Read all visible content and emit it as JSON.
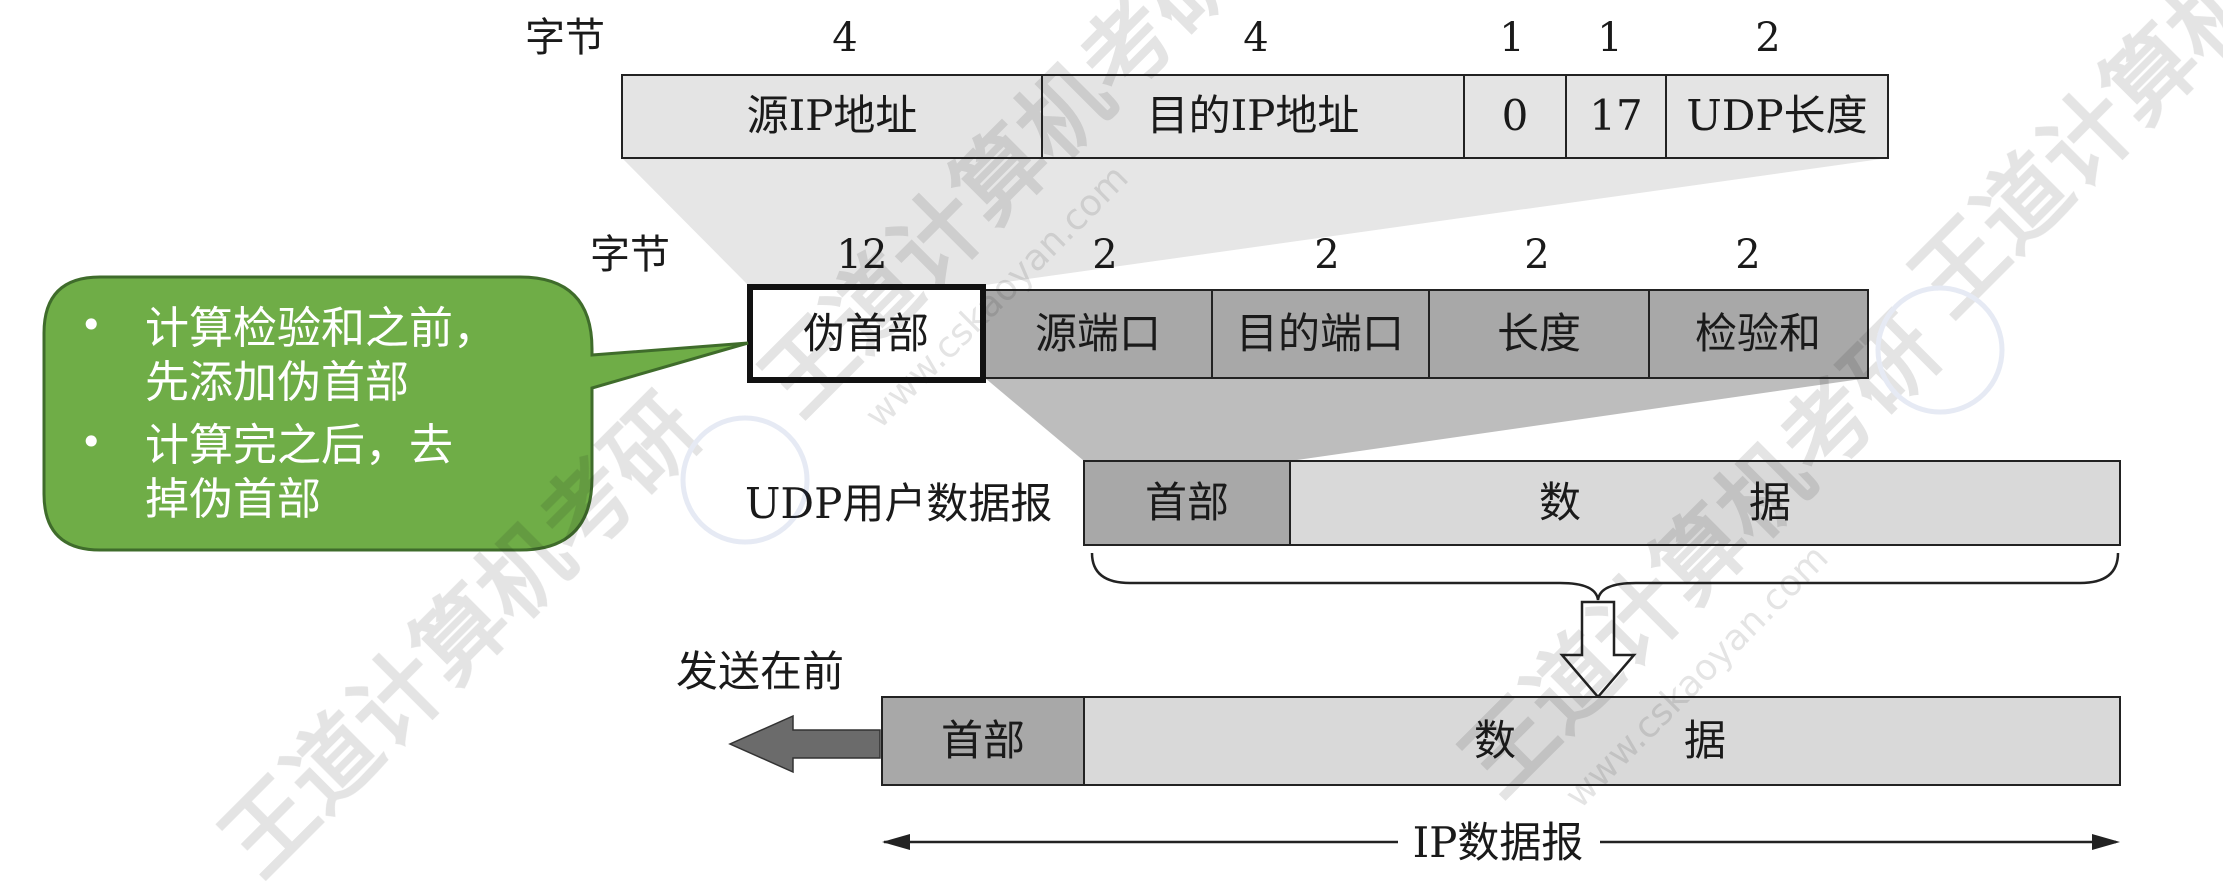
{
  "pseudo_header": {
    "bytes_label": "字节",
    "byte_sizes": [
      "4",
      "4",
      "1",
      "1",
      "2"
    ],
    "fields": [
      "源IP地址",
      "目的IP地址",
      "0",
      "17",
      "UDP长度"
    ]
  },
  "udp_header": {
    "bytes_label": "字节",
    "byte_sizes": [
      "12",
      "2",
      "2",
      "2",
      "2"
    ],
    "fields": [
      "伪首部",
      "源端口",
      "目的端口",
      "长度",
      "检验和"
    ]
  },
  "callout": {
    "bullet": "•",
    "items": [
      {
        "lines": [
          "计算检验和之前，",
          "先添加伪首部"
        ]
      },
      {
        "lines": [
          "计算完之后，去",
          "掉伪首部"
        ]
      }
    ]
  },
  "udp_datagram": {
    "label": "UDP用户数据报",
    "header": "首部",
    "data": "数　　　　据"
  },
  "ip_datagram": {
    "send_first": "发送在前",
    "header": "首部",
    "data": "数　　　　据",
    "label": "IP数据报"
  },
  "watermark": {
    "brand": "王道计算机考研",
    "site": "www.cskaoyan.com"
  },
  "colors": {
    "light_box": "#e4e4e4",
    "mid_box": "#a8a8a8",
    "data_box": "#d9d9d9",
    "callout_green": "#6fad47",
    "callout_border": "#3f6c2b",
    "arrow_gray": "#6b6b6b"
  }
}
